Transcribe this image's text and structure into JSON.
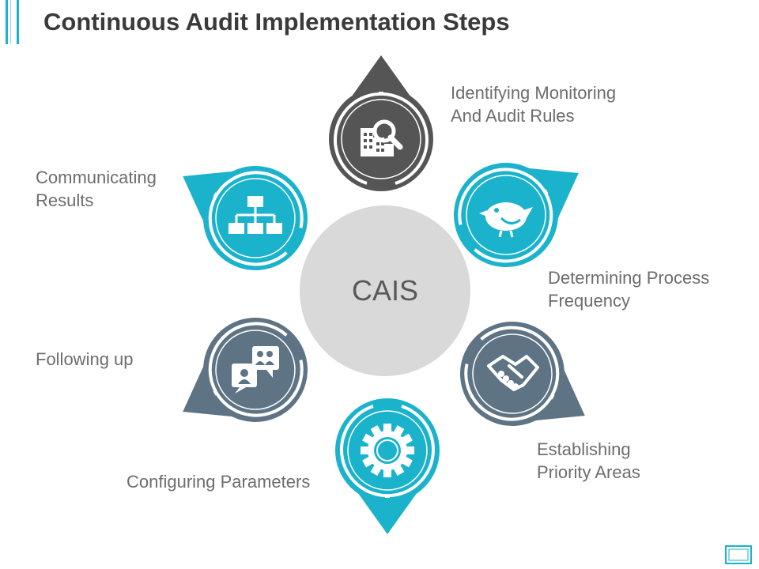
{
  "title": "Continuous Audit Implementation Steps",
  "center": {
    "label": "CAIS",
    "color": "#d9d9d9",
    "text_color": "#595959"
  },
  "colors": {
    "cyan": "#1bb3cc",
    "charcoal": "#555555",
    "slate": "#5e7484",
    "label_text": "#6d6d6d",
    "title_text": "#3a3a3a"
  },
  "steps": [
    {
      "id": "identifying",
      "lines": [
        "Identifying Monitoring",
        "And Audit Rules"
      ],
      "icon": "magnifier-chart-icon",
      "color": "#555555",
      "arrow": "up"
    },
    {
      "id": "determining",
      "lines": [
        "Determining Process",
        "Frequency"
      ],
      "icon": "bird-icon",
      "color": "#1bb3cc",
      "arrow": "up-right"
    },
    {
      "id": "establishing",
      "lines": [
        "Establishing",
        "Priority Areas"
      ],
      "icon": "handshake-icon",
      "color": "#5e7484",
      "arrow": "down-right"
    },
    {
      "id": "configuring",
      "lines": [
        "Configuring Parameters"
      ],
      "icon": "gear-icon",
      "color": "#1bb3cc",
      "arrow": "down"
    },
    {
      "id": "following",
      "lines": [
        "Following up"
      ],
      "icon": "chat-people-icon",
      "color": "#5e7484",
      "arrow": "down-left"
    },
    {
      "id": "communicating",
      "lines": [
        "Communicating",
        "Results"
      ],
      "icon": "org-chart-icon",
      "color": "#1bb3cc",
      "arrow": "up-left"
    }
  ]
}
